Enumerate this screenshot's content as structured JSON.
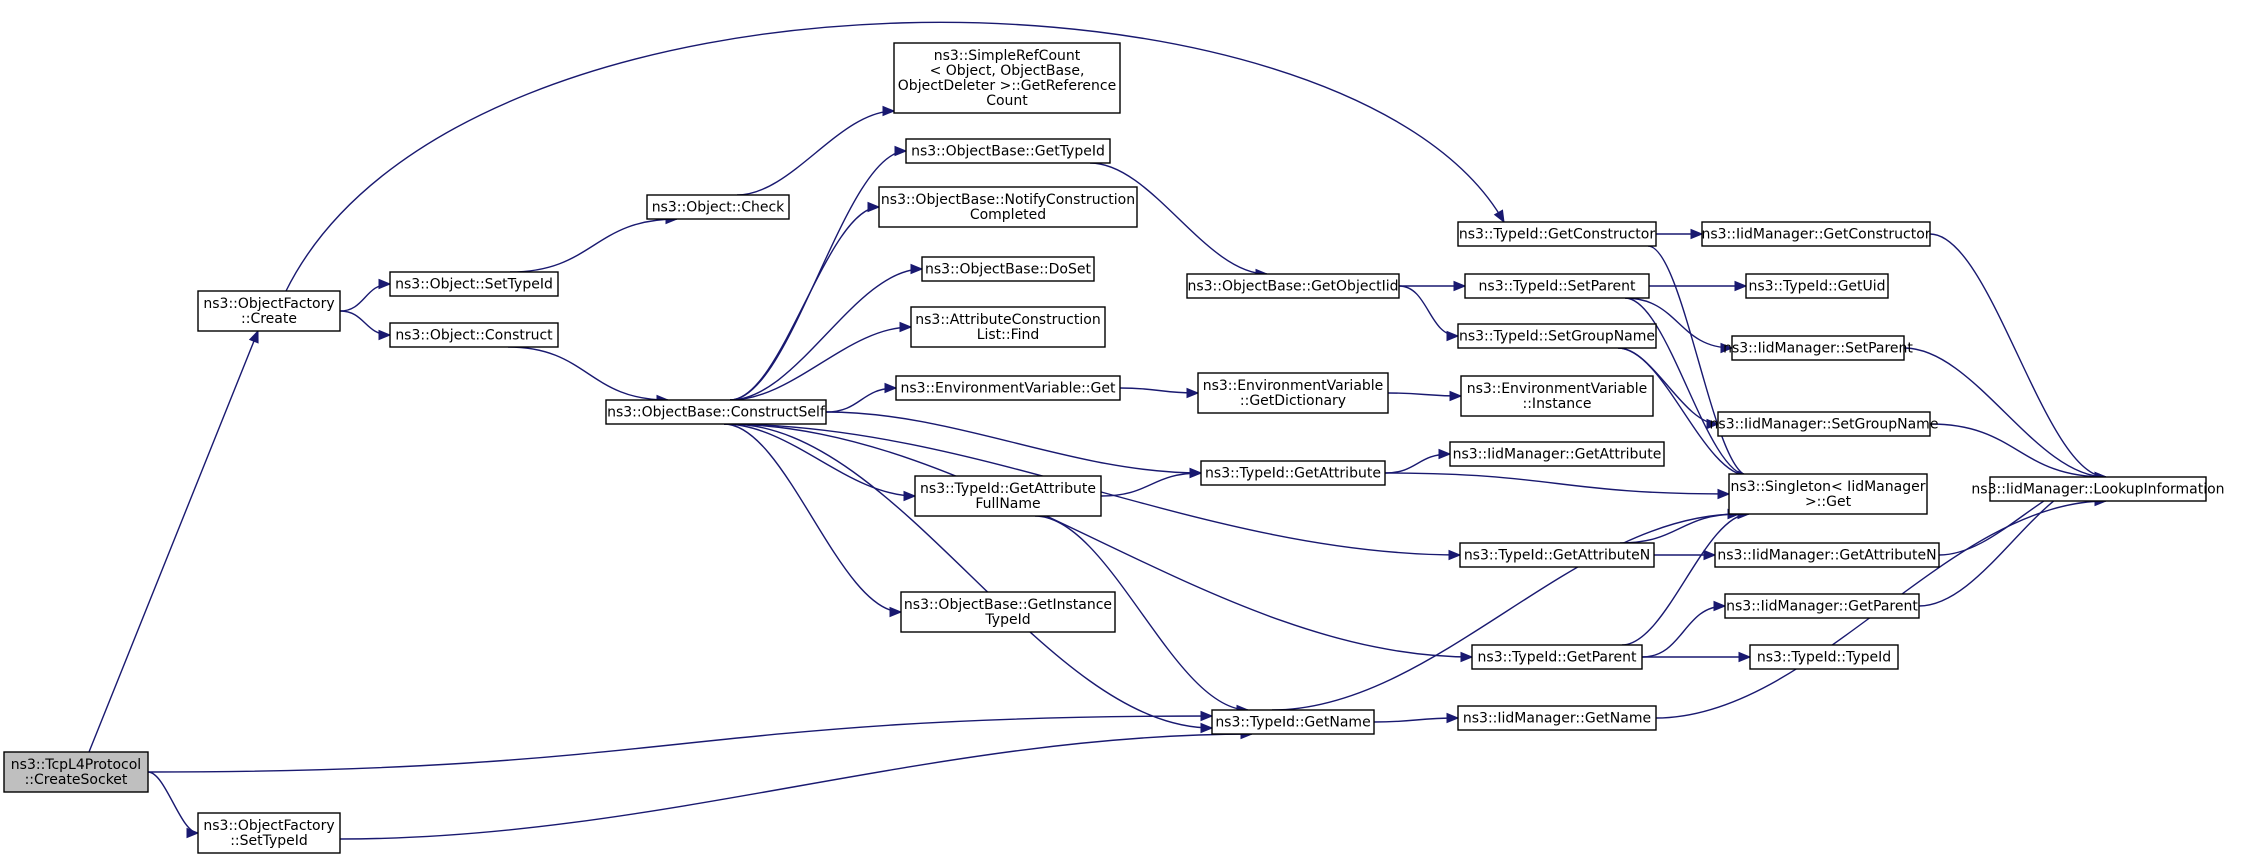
{
  "graph": {
    "type": "call-graph",
    "nodes": [
      {
        "id": "tcpl4_createsocket",
        "lines": [
          "ns3::TcpL4Protocol",
          "::CreateSocket"
        ],
        "root": true
      },
      {
        "id": "objectfactory_create",
        "lines": [
          "ns3::ObjectFactory",
          "::Create"
        ]
      },
      {
        "id": "objectfactory_settypeid",
        "lines": [
          "ns3::ObjectFactory",
          "::SetTypeId"
        ]
      },
      {
        "id": "object_settypeid",
        "lines": [
          "ns3::Object::SetTypeId"
        ]
      },
      {
        "id": "object_construct",
        "lines": [
          "ns3::Object::Construct"
        ]
      },
      {
        "id": "object_check",
        "lines": [
          "ns3::Object::Check"
        ]
      },
      {
        "id": "simplerefcount_getreferencecount",
        "lines": [
          "ns3::SimpleRefCount",
          "< Object, ObjectBase,",
          "ObjectDeleter >::GetReference",
          "Count"
        ]
      },
      {
        "id": "objectbase_constructself",
        "lines": [
          "ns3::ObjectBase::ConstructSelf"
        ]
      },
      {
        "id": "objectbase_gettypeid",
        "lines": [
          "ns3::ObjectBase::GetTypeId"
        ]
      },
      {
        "id": "objectbase_notifyconstructioncompleted",
        "lines": [
          "ns3::ObjectBase::NotifyConstruction",
          "Completed"
        ]
      },
      {
        "id": "objectbase_doset",
        "lines": [
          "ns3::ObjectBase::DoSet"
        ]
      },
      {
        "id": "attributeconstructionlist_find",
        "lines": [
          "ns3::AttributeConstruction",
          "List::Find"
        ]
      },
      {
        "id": "environmentvariable_get",
        "lines": [
          "ns3::EnvironmentVariable::Get"
        ]
      },
      {
        "id": "typeid_getattributefullname",
        "lines": [
          "ns3::TypeId::GetAttribute",
          "FullName"
        ]
      },
      {
        "id": "objectbase_getinstancetypeid",
        "lines": [
          "ns3::ObjectBase::GetInstance",
          "TypeId"
        ]
      },
      {
        "id": "objectbase_getobjectiid",
        "lines": [
          "ns3::ObjectBase::GetObjectIid"
        ]
      },
      {
        "id": "environmentvariable_getdictionary",
        "lines": [
          "ns3::EnvironmentVariable",
          "::GetDictionary"
        ]
      },
      {
        "id": "typeid_getattribute",
        "lines": [
          "ns3::TypeId::GetAttribute"
        ]
      },
      {
        "id": "typeid_getname",
        "lines": [
          "ns3::TypeId::GetName"
        ]
      },
      {
        "id": "typeid_getconstructor",
        "lines": [
          "ns3::TypeId::GetConstructor"
        ]
      },
      {
        "id": "typeid_setparent",
        "lines": [
          "ns3::TypeId::SetParent"
        ]
      },
      {
        "id": "typeid_setgroupname",
        "lines": [
          "ns3::TypeId::SetGroupName"
        ]
      },
      {
        "id": "environmentvariable_instance",
        "lines": [
          "ns3::EnvironmentVariable",
          "::Instance"
        ]
      },
      {
        "id": "iidmanager_getattribute",
        "lines": [
          "ns3::IidManager::GetAttribute"
        ]
      },
      {
        "id": "typeid_getattributen",
        "lines": [
          "ns3::TypeId::GetAttributeN"
        ]
      },
      {
        "id": "typeid_getparent",
        "lines": [
          "ns3::TypeId::GetParent"
        ]
      },
      {
        "id": "iidmanager_getname",
        "lines": [
          "ns3::IidManager::GetName"
        ]
      },
      {
        "id": "iidmanager_getconstructor",
        "lines": [
          "ns3::IidManager::GetConstructor"
        ]
      },
      {
        "id": "typeid_getuid",
        "lines": [
          "ns3::TypeId::GetUid"
        ]
      },
      {
        "id": "iidmanager_setparent",
        "lines": [
          "ns3::IidManager::SetParent"
        ]
      },
      {
        "id": "iidmanager_setgroupname",
        "lines": [
          "ns3::IidManager::SetGroupName"
        ]
      },
      {
        "id": "singleton_get",
        "lines": [
          "ns3::Singleton< IidManager",
          ">::Get"
        ]
      },
      {
        "id": "iidmanager_getattributen",
        "lines": [
          "ns3::IidManager::GetAttributeN"
        ]
      },
      {
        "id": "iidmanager_getparent",
        "lines": [
          "ns3::IidManager::GetParent"
        ]
      },
      {
        "id": "typeid_typeid",
        "lines": [
          "ns3::TypeId::TypeId"
        ]
      },
      {
        "id": "iidmanager_lookupinformation",
        "lines": [
          "ns3::IidManager::LookupInformation"
        ]
      }
    ],
    "edges": [
      [
        "tcpl4_createsocket",
        "objectfactory_create"
      ],
      [
        "tcpl4_createsocket",
        "typeid_getname"
      ],
      [
        "tcpl4_createsocket",
        "objectfactory_settypeid"
      ],
      [
        "objectfactory_create",
        "typeid_getconstructor"
      ],
      [
        "objectfactory_create",
        "object_settypeid"
      ],
      [
        "objectfactory_create",
        "object_construct"
      ],
      [
        "objectfactory_settypeid",
        "typeid_getname"
      ],
      [
        "object_settypeid",
        "object_check"
      ],
      [
        "object_check",
        "simplerefcount_getreferencecount"
      ],
      [
        "object_construct",
        "objectbase_constructself"
      ],
      [
        "objectbase_constructself",
        "objectbase_gettypeid"
      ],
      [
        "objectbase_constructself",
        "objectbase_notifyconstructioncompleted"
      ],
      [
        "objectbase_constructself",
        "objectbase_doset"
      ],
      [
        "objectbase_constructself",
        "attributeconstructionlist_find"
      ],
      [
        "objectbase_constructself",
        "environmentvariable_get"
      ],
      [
        "objectbase_constructself",
        "typeid_getattribute"
      ],
      [
        "objectbase_constructself",
        "typeid_getattributefullname"
      ],
      [
        "objectbase_constructself",
        "typeid_getattributen"
      ],
      [
        "objectbase_constructself",
        "objectbase_getinstancetypeid"
      ],
      [
        "objectbase_constructself",
        "typeid_getparent"
      ],
      [
        "objectbase_constructself",
        "typeid_getname"
      ],
      [
        "objectbase_gettypeid",
        "objectbase_getobjectiid"
      ],
      [
        "objectbase_getobjectiid",
        "typeid_setparent"
      ],
      [
        "objectbase_getobjectiid",
        "typeid_setgroupname"
      ],
      [
        "environmentvariable_get",
        "environmentvariable_getdictionary"
      ],
      [
        "environmentvariable_getdictionary",
        "environmentvariable_instance"
      ],
      [
        "typeid_getattributefullname",
        "typeid_getattribute"
      ],
      [
        "typeid_getattributefullname",
        "typeid_getname"
      ],
      [
        "typeid_getattribute",
        "iidmanager_getattribute"
      ],
      [
        "typeid_getattribute",
        "singleton_get"
      ],
      [
        "typeid_getname",
        "iidmanager_getname"
      ],
      [
        "typeid_getname",
        "singleton_get"
      ],
      [
        "typeid_getconstructor",
        "iidmanager_getconstructor"
      ],
      [
        "typeid_getconstructor",
        "singleton_get"
      ],
      [
        "typeid_setparent",
        "typeid_getuid"
      ],
      [
        "typeid_setparent",
        "iidmanager_setparent"
      ],
      [
        "typeid_setparent",
        "singleton_get"
      ],
      [
        "typeid_setgroupname",
        "iidmanager_setgroupname"
      ],
      [
        "typeid_setgroupname",
        "singleton_get"
      ],
      [
        "typeid_getattributen",
        "iidmanager_getattributen"
      ],
      [
        "typeid_getattributen",
        "singleton_get"
      ],
      [
        "typeid_getparent",
        "iidmanager_getparent"
      ],
      [
        "typeid_getparent",
        "typeid_typeid"
      ],
      [
        "typeid_getparent",
        "singleton_get"
      ],
      [
        "iidmanager_getname",
        "iidmanager_lookupinformation"
      ],
      [
        "iidmanager_getconstructor",
        "iidmanager_lookupinformation"
      ],
      [
        "iidmanager_setparent",
        "iidmanager_lookupinformation"
      ],
      [
        "iidmanager_setgroupname",
        "iidmanager_lookupinformation"
      ],
      [
        "iidmanager_getattributen",
        "iidmanager_lookupinformation"
      ],
      [
        "iidmanager_getparent",
        "iidmanager_lookupinformation"
      ]
    ]
  },
  "colors": {
    "edge": "#191970",
    "node_border": "#000000",
    "node_fill": "#ffffff",
    "root_fill": "#bfbfbf",
    "background": "#ffffff"
  }
}
